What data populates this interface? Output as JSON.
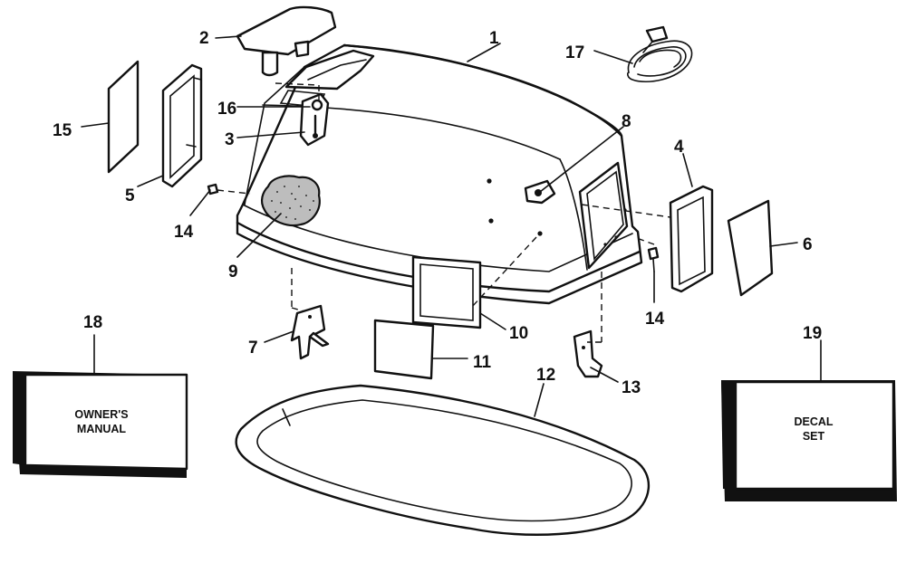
{
  "callouts": {
    "c1": "1",
    "c2": "2",
    "c3": "3",
    "c4": "4",
    "c5": "5",
    "c6": "6",
    "c7": "7",
    "c8": "8",
    "c9": "9",
    "c10": "10",
    "c11": "11",
    "c12": "12",
    "c13": "13",
    "c14a": "14",
    "c14b": "14",
    "c15": "15",
    "c16": "16",
    "c17": "17",
    "c18": "18",
    "c19": "19"
  },
  "manual_box": {
    "line1": "OWNER'S",
    "line2": "MANUAL"
  },
  "decal_box": {
    "line1": "DECAL",
    "line2": "SET"
  }
}
